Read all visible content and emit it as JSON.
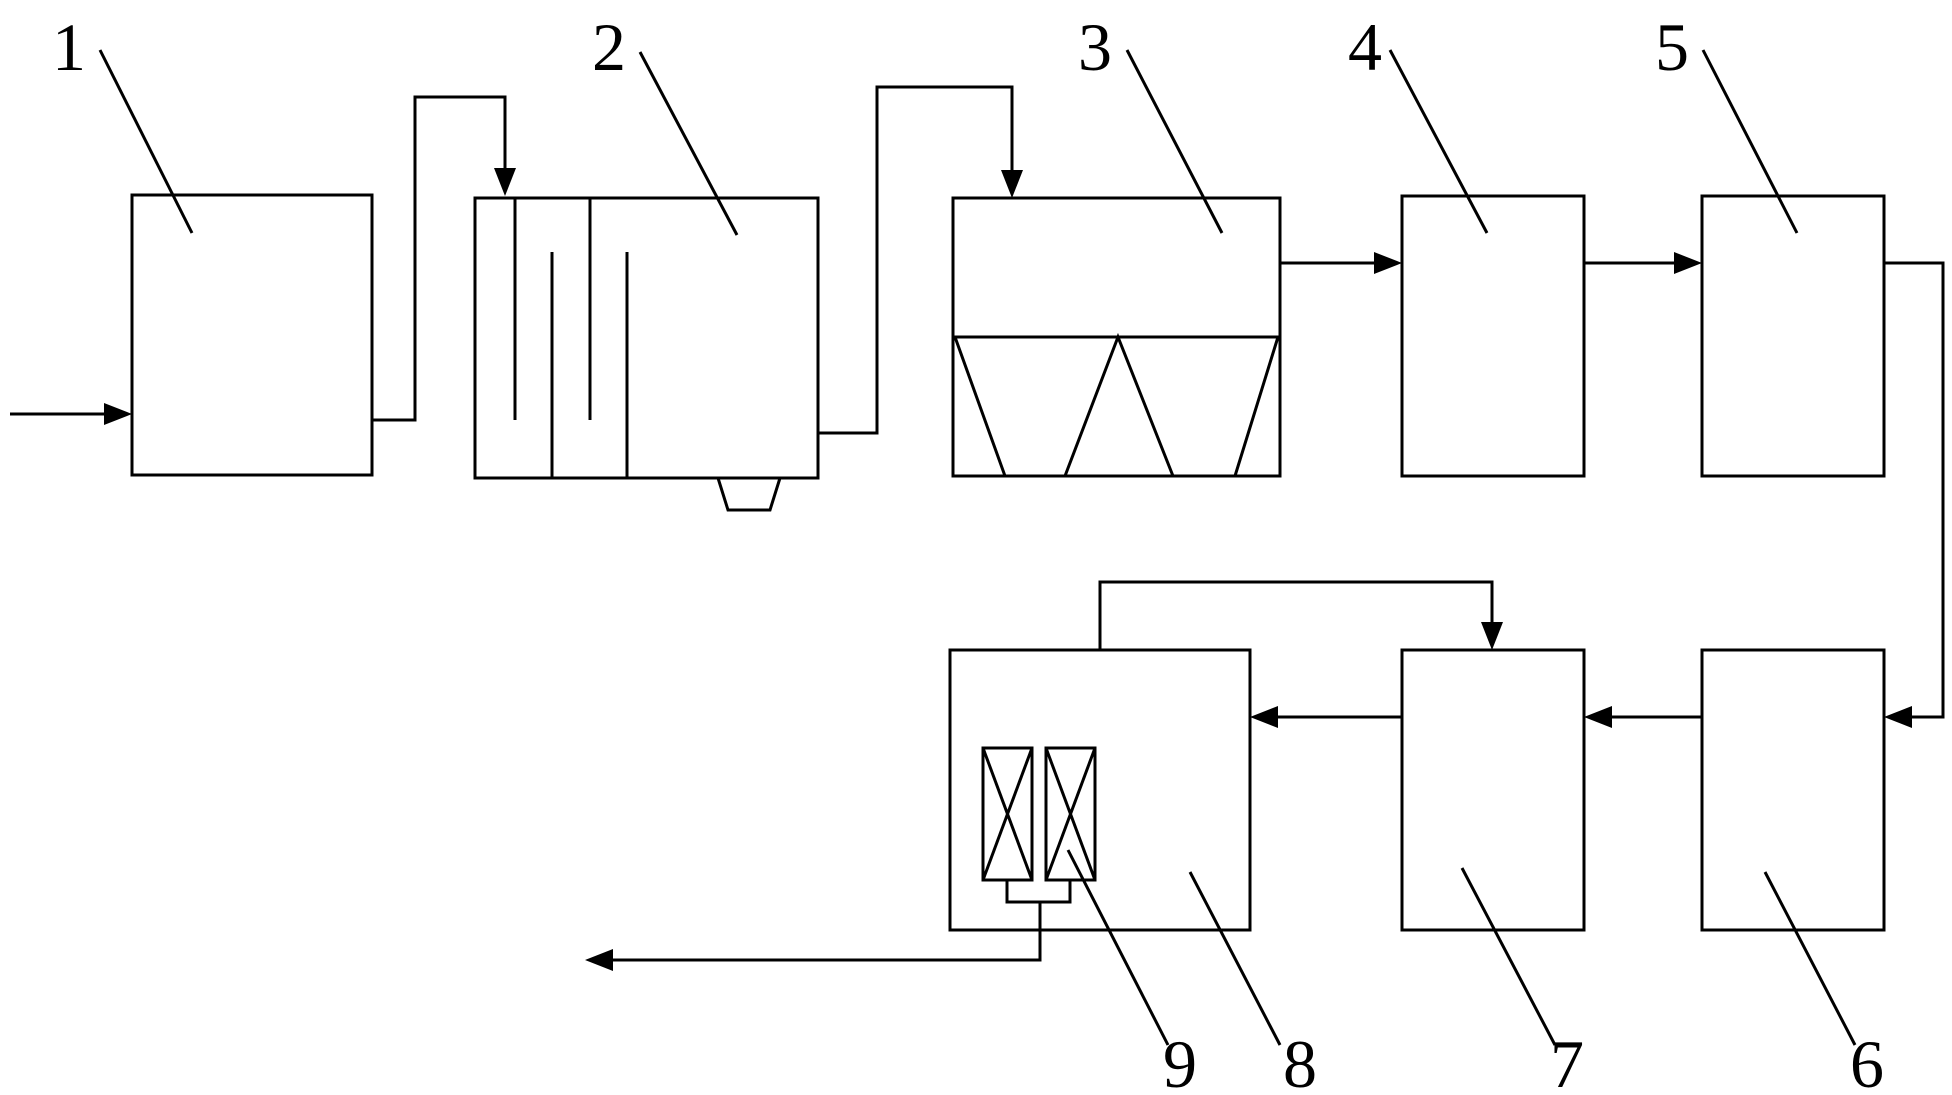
{
  "labels": {
    "unit_1": "1",
    "unit_2": "2",
    "unit_3": "3",
    "unit_4": "4",
    "unit_5": "5",
    "unit_6": "6",
    "unit_7": "7",
    "unit_8": "8",
    "unit_9": "9"
  }
}
